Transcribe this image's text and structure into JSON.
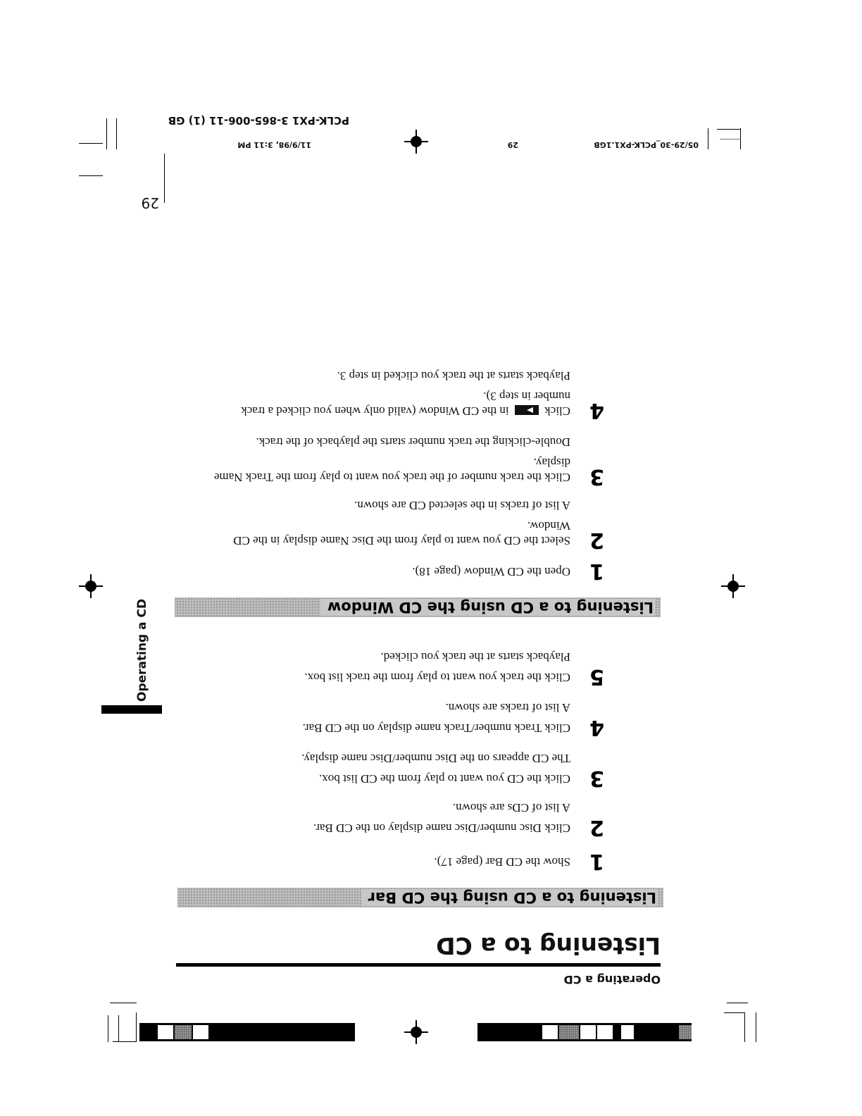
{
  "header": {
    "section_label": "Operating a CD",
    "page_title": "Listening to a CD"
  },
  "sections": [
    {
      "title": "Listening to a CD using the CD Bar",
      "steps": [
        {
          "num": "1",
          "text": "Show the CD Bar (page 17).",
          "note": ""
        },
        {
          "num": "2",
          "text": "Click Disc number/Disc name display on the CD Bar.",
          "note": "A list of CDs are shown."
        },
        {
          "num": "3",
          "text": "Click the CD you want to play from the CD list box.",
          "note": "The CD appears on the Disc number/Disc name display."
        },
        {
          "num": "4",
          "text": "Click Track number/Track name display on the CD Bar.",
          "note": "A list of tracks are shown."
        },
        {
          "num": "5",
          "text": "Click the track you want to play from the track list box.",
          "note": "Playback starts at the track you clicked."
        }
      ]
    },
    {
      "title": "Listening to a CD using the CD Window",
      "steps": [
        {
          "num": "1",
          "text": "Open the CD Window (page 18).",
          "note": ""
        },
        {
          "num": "2",
          "text": "Select the CD you want to play from the Disc Name display in the CD Window.",
          "note": "A list of tracks in the selected CD are shown."
        },
        {
          "num": "3",
          "text": "Click the track number of the track you want to play from the Track Name display.",
          "note": "Double-clicking the track number starts the playback of the track."
        },
        {
          "num": "4",
          "text_before": "Click",
          "icon": "play-button-icon",
          "text_after": "in the CD Window (valid only when you clicked a track number in step 3).",
          "note": "Playback starts at the track you clicked in step 3."
        }
      ]
    }
  ],
  "side_tab": {
    "label": "Operating a CD"
  },
  "page_number": "29",
  "footer": {
    "filename": "05/29-30_PCLK-PX1.1GB",
    "sheet_num": "29",
    "timestamp": "11/9/98, 3:11 PM",
    "part_code": "PCLK-PX1  3-865-006-11 (1) GB"
  }
}
